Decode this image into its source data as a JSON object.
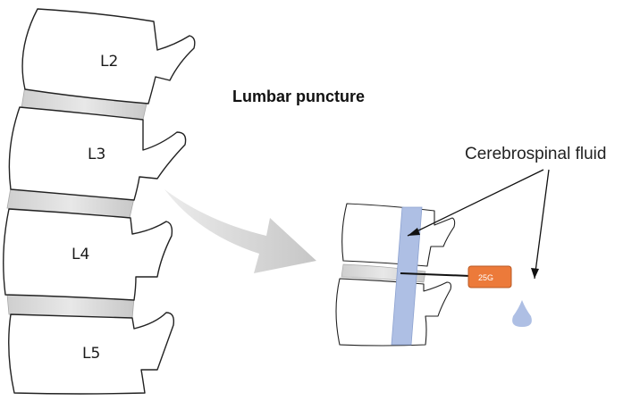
{
  "title": "Lumbar puncture",
  "annotation": "Cerebrospinal fluid",
  "vertebrae": [
    {
      "label": "L2"
    },
    {
      "label": "L3"
    },
    {
      "label": "L4"
    },
    {
      "label": "L5"
    }
  ],
  "needle": {
    "gauge": "25G"
  },
  "colors": {
    "csf_canal": "#aebfe4",
    "needle_hub": "#ec7a3a",
    "disc": "#d9d9d9",
    "arrow": "#d0d0d0",
    "outline": "#222222"
  }
}
